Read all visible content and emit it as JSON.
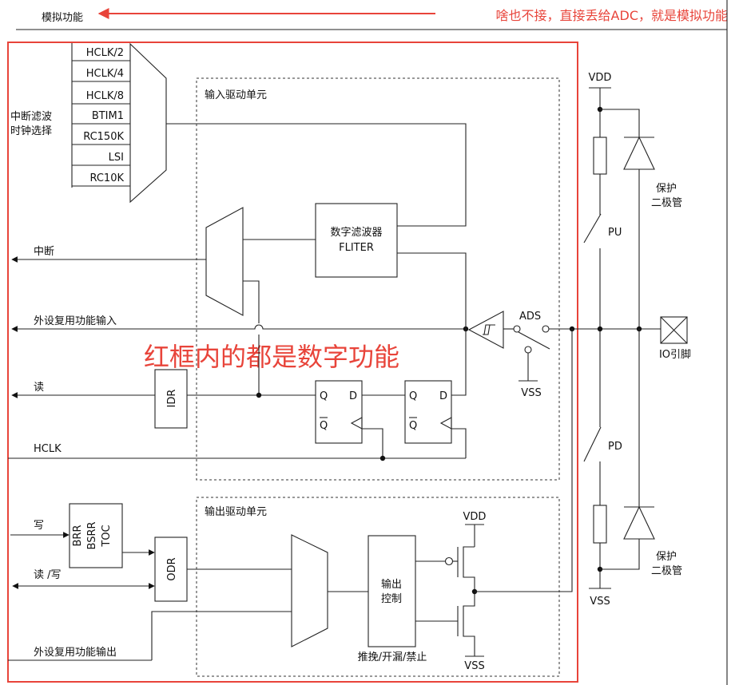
{
  "header": {
    "analog_label": "模拟功能",
    "note": "啥也不接，直接丢给ADC，就是模拟功能",
    "accent_color": "#e8443a"
  },
  "clock_select": {
    "label_line1": "中断滤波",
    "label_line2": "时钟选择",
    "inputs": [
      "HCLK/2",
      "HCLK/4",
      "HCLK/8",
      "BTIM1",
      "RC150K",
      "LSI",
      "RC10K"
    ]
  },
  "input_unit": {
    "title": "输入驱动单元",
    "filter_line1": "数字滤波器",
    "filter_line2": "FLITER",
    "ads_label": "ADS",
    "vss_label": "VSS"
  },
  "signals": {
    "interrupt": "中断",
    "af_input": "外设复用功能输入",
    "read": "读",
    "hclk": "HCLK",
    "write": "写",
    "read_write": "读 /写",
    "af_output": "外设复用功能输出"
  },
  "blocks": {
    "idr": "IDR",
    "odr": "ODR",
    "brr_lines": [
      "BRR",
      "BSRR",
      "TOC"
    ]
  },
  "flipflops": {
    "q": "Q",
    "d": "D",
    "qbar": "Q"
  },
  "digital_note": "红框内的都是数字功能",
  "output_unit": {
    "title": "输出驱动单元",
    "control_line1": "输出",
    "control_line2": "控制",
    "mode": "推挽/开漏/禁止",
    "vdd": "VDD",
    "vss": "VSS"
  },
  "pin": {
    "vdd": "VDD",
    "vss": "VSS",
    "pu": "PU",
    "pd": "PD",
    "diode_top_line1": "保护",
    "diode_top_line2": "二极管",
    "diode_bot_line1": "保护",
    "diode_bot_line2": "二极管",
    "io_label": "IO引脚"
  }
}
